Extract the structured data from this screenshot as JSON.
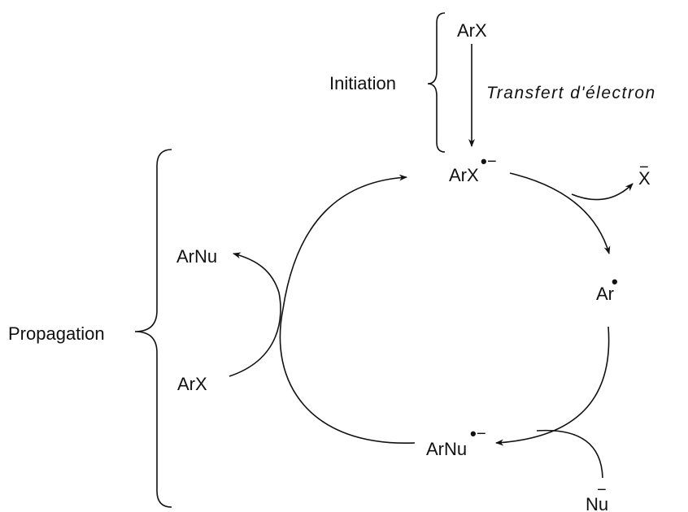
{
  "labels": {
    "initiation": "Initiation",
    "propagation": "Propagation",
    "transfer": "Transfert d'électron",
    "arx_top": "ArX",
    "arx_radical_anion": "ArX",
    "x_anion": "X",
    "ar_radical": "Ar",
    "arnu_radical_anion": "ArNu",
    "nu_anion": "Nu",
    "arnu_product": "ArNu",
    "arx_left": "ArX"
  },
  "symbols": {
    "radical_dot": "•",
    "minus": "−"
  }
}
